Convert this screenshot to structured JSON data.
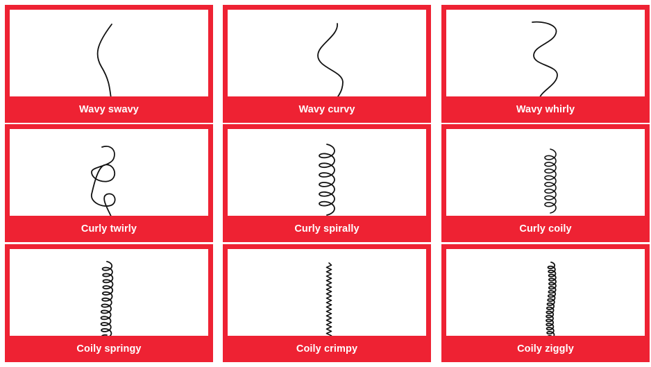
{
  "colors": {
    "accent": "#ee2233",
    "label_text": "#ffffff",
    "stroke": "#111111"
  },
  "tiles": [
    {
      "label": "Wavy swavy",
      "icon": "wavy-swavy-hair-icon"
    },
    {
      "label": "Wavy curvy",
      "icon": "wavy-curvy-hair-icon"
    },
    {
      "label": "Wavy whirly",
      "icon": "wavy-whirly-hair-icon"
    },
    {
      "label": "Curly twirly",
      "icon": "curly-twirly-hair-icon"
    },
    {
      "label": "Curly spirally",
      "icon": "curly-spirally-hair-icon"
    },
    {
      "label": "Curly coily",
      "icon": "curly-coily-hair-icon"
    },
    {
      "label": "Coily springy",
      "icon": "coily-springy-hair-icon"
    },
    {
      "label": "Coily crimpy",
      "icon": "coily-crimpy-hair-icon"
    },
    {
      "label": "Coily ziggly",
      "icon": "coily-ziggly-hair-icon"
    }
  ]
}
